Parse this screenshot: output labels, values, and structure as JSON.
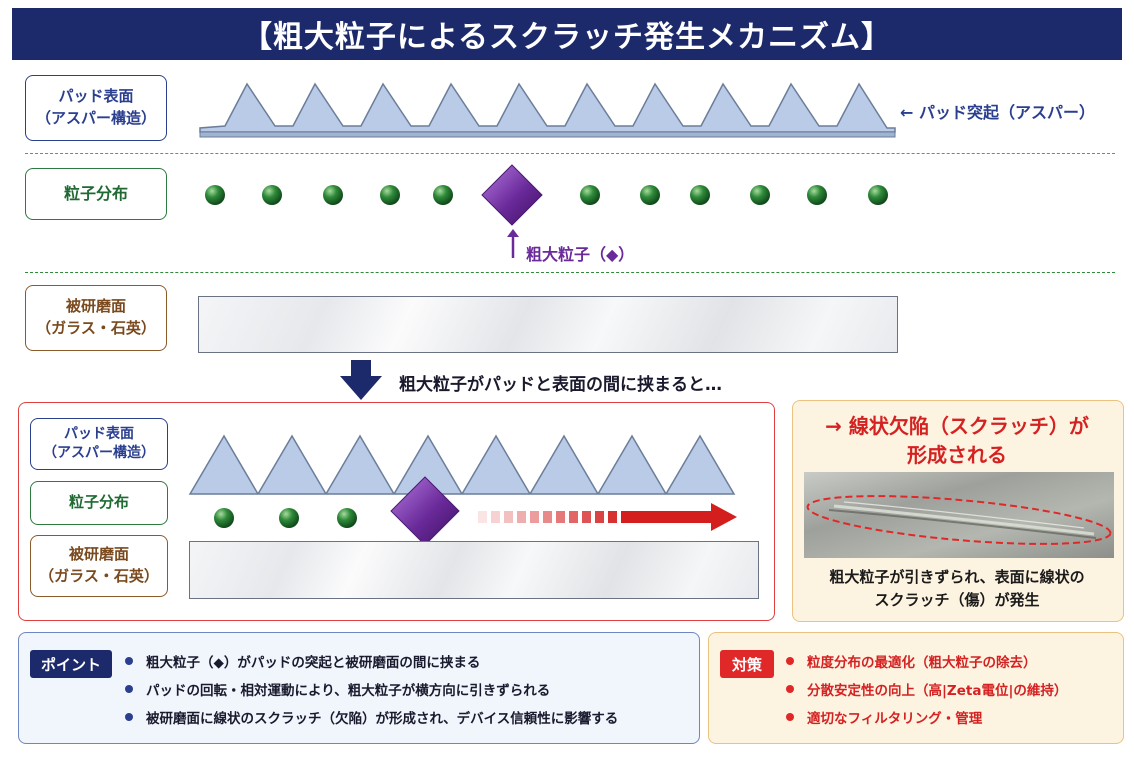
{
  "title": "【粗大粒子によるスクラッチ発生メカニズム】",
  "labels": {
    "pad": [
      "パッド表面",
      "（アスパー構造）"
    ],
    "particles": "粒子分布",
    "workpiece": [
      "被研磨面",
      "（ガラス・石英）"
    ]
  },
  "annotations": {
    "asperity": "← パッド突起（アスパー）",
    "coarse": "粗大粒子（◆）",
    "transition": "粗大粒子がパッドと表面の間に挟まると…"
  },
  "result": {
    "heading": [
      "→ 線状欠陥（スクラッチ）が",
      "形成される"
    ],
    "caption": [
      "粗大粒子が引きずられ、表面に線状の",
      "スクラッチ（傷）が発生"
    ]
  },
  "point": {
    "tag": "ポイント",
    "items": [
      "粗大粒子（◆）がパッドの突起と被研磨面の間に挟まる",
      "パッドの回転・相対運動により、粗大粒子が横方向に引きずられる",
      "被研磨面に線状のスクラッチ（欠陥）が形成され、デバイス信頼性に影響する"
    ]
  },
  "measures": {
    "tag": "対策",
    "items": [
      "粒度分布の最適化（粗大粒子の除去）",
      "分散安定性の向上（高|Zeta電位|の維持）",
      "適切なフィルタリング・管理"
    ]
  },
  "colors": {
    "navy": "#1c2a6b",
    "blue_label": "#2b3f8f",
    "green_label": "#2d7a3e",
    "brown_label": "#8a5a2b",
    "purple": "#6a2a9a",
    "red": "#e02828",
    "pad_fill": "#b9cbe6"
  }
}
